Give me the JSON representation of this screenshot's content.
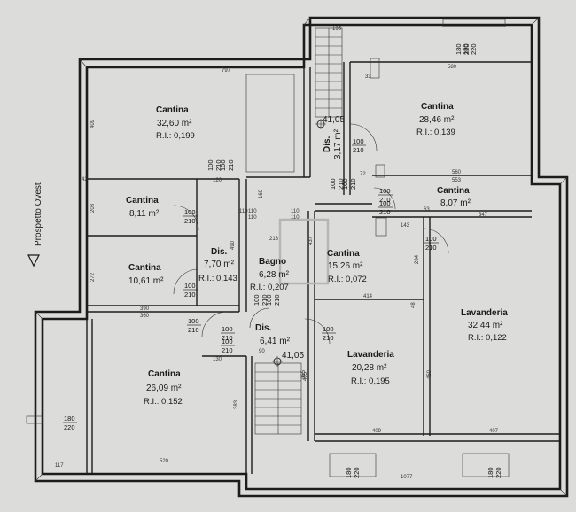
{
  "side_label": "Prospetto Ovest",
  "elevation_marks": [
    {
      "id": "el-upper",
      "text": "41,05"
    },
    {
      "id": "el-lower",
      "text": "41,05"
    }
  ],
  "rooms": [
    {
      "id": "cantina-a",
      "name": "Cantina",
      "area": "32,60 m²",
      "ri": "R.I.: 0,199"
    },
    {
      "id": "cantina-b",
      "name": "Cantina",
      "area": "28,46 m²",
      "ri": "R.I.: 0,139"
    },
    {
      "id": "dis-a",
      "name": "Dis.",
      "area": "3,17 m²",
      "ri": ""
    },
    {
      "id": "cantina-c",
      "name": "Cantina",
      "area": "8,11 m²",
      "ri": ""
    },
    {
      "id": "cantina-d",
      "name": "Cantina",
      "area": "8,07 m²",
      "ri": ""
    },
    {
      "id": "cantina-e",
      "name": "Cantina",
      "area": "10,61 m²",
      "ri": ""
    },
    {
      "id": "dis-b",
      "name": "Dis.",
      "area": "7,70 m²",
      "ri": ""
    },
    {
      "id": "bagno",
      "name": "Bagno",
      "area": "6,28 m²",
      "ri": "R.I.: 0,207"
    },
    {
      "id": "cantina-f",
      "name": "Cantina",
      "area": "15,26 m²",
      "ri": "R.I.: 0,072"
    },
    {
      "id": "lavanderia-a",
      "name": "Lavanderia",
      "area": "32,44 m²",
      "ri": "R.I.: 0,122"
    },
    {
      "id": "dis-c",
      "name": "Dis.",
      "area": "6,41 m²",
      "ri": ""
    },
    {
      "id": "cantina-g",
      "name": "Cantina",
      "area": "26,09 m²",
      "ri": "R.I.: 0,152"
    },
    {
      "id": "lavanderia-b",
      "name": "Lavanderia",
      "area": "20,28 m²",
      "ri": "R.I.: 0,195"
    }
  ],
  "extra_ri": {
    "dis-b": "R.I.: 0,143"
  },
  "dimensions": [
    "797",
    "195",
    "580",
    "409",
    "208",
    "272",
    "390",
    "360",
    "365",
    "120",
    "160",
    "110",
    "213",
    "437",
    "490",
    "414",
    "560",
    "553",
    "347",
    "284",
    "450",
    "405",
    "407",
    "409",
    "520",
    "117",
    "1077",
    "383",
    "130",
    "90",
    "33",
    "48",
    "42",
    "72",
    "143",
    "63"
  ],
  "door_labels": [
    {
      "id": "d1",
      "w": "100",
      "h": "210"
    },
    {
      "id": "d2",
      "w": "100",
      "h": "210"
    },
    {
      "id": "d3",
      "w": "100",
      "h": "210"
    },
    {
      "id": "d4",
      "w": "100",
      "h": "210"
    },
    {
      "id": "d5",
      "w": "100",
      "h": "210"
    },
    {
      "id": "d6",
      "w": "100",
      "h": "210"
    },
    {
      "id": "d7",
      "w": "100",
      "h": "210"
    },
    {
      "id": "d8",
      "w": "100",
      "h": "210"
    },
    {
      "id": "d9",
      "w": "100",
      "h": "210"
    },
    {
      "id": "d10",
      "w": "100",
      "h": "210"
    },
    {
      "id": "d11",
      "w": "100",
      "h": "210"
    },
    {
      "id": "d12",
      "w": "100",
      "h": "210"
    },
    {
      "id": "d13",
      "w": "100",
      "h": "210"
    },
    {
      "id": "d14",
      "w": "100",
      "h": "210"
    },
    {
      "id": "d15",
      "w": "100",
      "h": "210"
    },
    {
      "id": "d16",
      "w": "100",
      "h": "210"
    }
  ],
  "window_labels": [
    {
      "id": "w1",
      "w": "180",
      "h": "220"
    },
    {
      "id": "w2",
      "w": "180",
      "h": "220"
    },
    {
      "id": "w3",
      "w": "180",
      "h": "220"
    },
    {
      "id": "w4",
      "w": "180",
      "h": "220"
    },
    {
      "id": "w5",
      "w": "180",
      "h": "220"
    }
  ],
  "window_small": [
    {
      "id": "ws1",
      "w": "110",
      "h": "110"
    },
    {
      "id": "ws2",
      "w": "110",
      "h": "110"
    }
  ]
}
